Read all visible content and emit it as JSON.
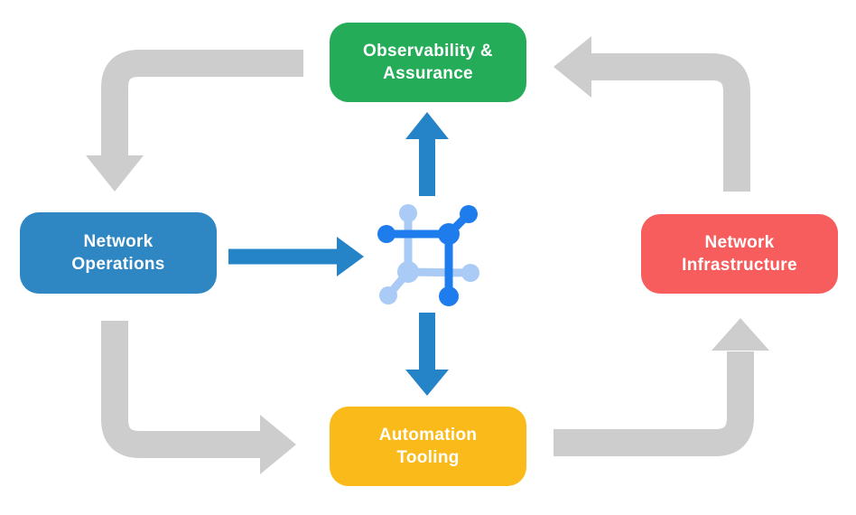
{
  "diagram": {
    "background": "#FFFFFF",
    "nodes": {
      "observability": {
        "line1": "Observability &",
        "line2": "Assurance",
        "color": "#25AC58"
      },
      "operations": {
        "line1": "Network",
        "line2": "Operations",
        "color": "#2E86C3"
      },
      "infrastructure": {
        "line1": "Network",
        "line2": "Infrastructure",
        "color": "#F75D5D"
      },
      "automation": {
        "line1": "Automation",
        "line2": "Tooling",
        "color": "#FABA19"
      }
    },
    "edges": [
      {
        "from": "observability",
        "to": "operations",
        "style": "gray-curved"
      },
      {
        "from": "operations",
        "to": "automation",
        "style": "gray-curved"
      },
      {
        "from": "automation",
        "to": "infrastructure",
        "style": "gray-curved"
      },
      {
        "from": "infrastructure",
        "to": "observability",
        "style": "gray-curved"
      },
      {
        "from": "operations",
        "to": "center-icon",
        "style": "blue-straight"
      },
      {
        "from": "center-icon",
        "to": "observability",
        "style": "blue-straight"
      },
      {
        "from": "center-icon",
        "to": "automation",
        "style": "blue-straight"
      }
    ],
    "center_icon": {
      "name": "network-mesh-icon",
      "dark": "#1E7CED",
      "light": "#A9CBF5"
    },
    "colors": {
      "arrow_gray": "#CDCDCD",
      "arrow_blue": "#2583C8",
      "text": "#FFFFFF"
    }
  }
}
